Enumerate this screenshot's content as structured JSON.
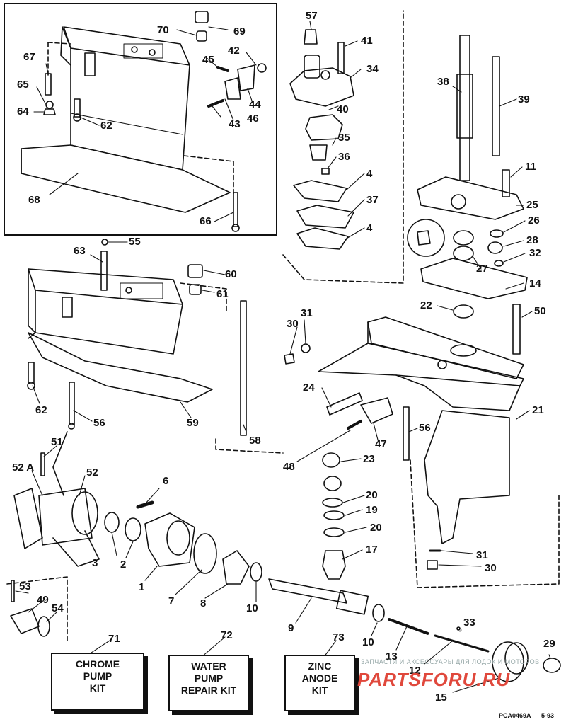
{
  "callouts": {
    "c1": "1",
    "c2": "2",
    "c3": "3",
    "c4a": "4",
    "c4b": "4",
    "c6": "6",
    "c7": "7",
    "c8": "8",
    "c9": "9",
    "c10a": "10",
    "c10b": "10",
    "c11": "11",
    "c12": "12",
    "c13": "13",
    "c14": "14",
    "c15": "15",
    "c17": "17",
    "c19": "19",
    "c20a": "20",
    "c20b": "20",
    "c21": "21",
    "c22": "22",
    "c23": "23",
    "c24": "24",
    "c25": "25",
    "c26": "26",
    "c27": "27",
    "c28": "28",
    "c29": "29",
    "c30a": "30",
    "c30b": "30",
    "c31a": "31",
    "c31b": "31",
    "c32": "32",
    "c33": "33",
    "c34": "34",
    "c35": "35",
    "c36": "36",
    "c37": "37",
    "c38": "38",
    "c39": "39",
    "c40": "40",
    "c41": "41",
    "c42": "42",
    "c43": "43",
    "c44": "44",
    "c45": "45",
    "c46": "46",
    "c47": "47",
    "c48": "48",
    "c49": "49",
    "c50": "50",
    "c51": "51",
    "c52": "52",
    "c52a": "52 A",
    "c53": "53",
    "c54": "54",
    "c55": "55",
    "c56a": "56",
    "c56b": "56",
    "c57": "57",
    "c58": "58",
    "c59": "59",
    "c60": "60",
    "c61": "61",
    "c62a": "62",
    "c62b": "62",
    "c63": "63",
    "c64": "64",
    "c65": "65",
    "c66": "66",
    "c67": "67",
    "c68": "68",
    "c69": "69",
    "c70": "70",
    "c71": "71",
    "c72": "72",
    "c73": "73"
  },
  "kits": {
    "chrome": {
      "l1": "CHROME",
      "l2": "PUMP",
      "l3": "KIT"
    },
    "water": {
      "l1": "WATER",
      "l2": "PUMP",
      "l3": "REPAIR KIT"
    },
    "zinc": {
      "l1": "ZINC",
      "l2": "ANODE",
      "l3": "KIT"
    }
  },
  "footer": {
    "code": "PCA0469A",
    "date": "5-93"
  },
  "watermark": {
    "text": "ЗАПЧАСТИ И АКСЕССУАРЫ ДЛЯ ЛОДОК И МОТОРОВ",
    "logo": "PARTSFORU.RU"
  }
}
